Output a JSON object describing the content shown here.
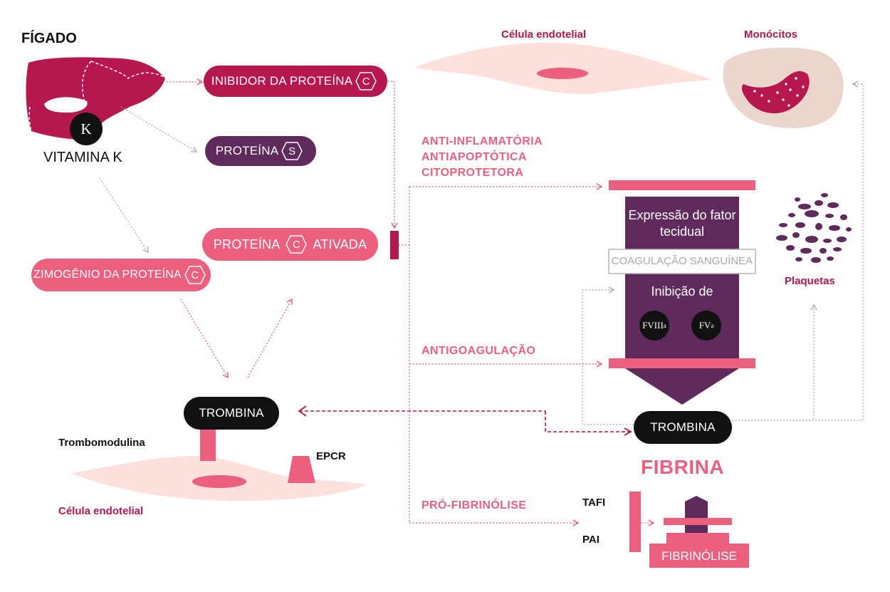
{
  "liver": {
    "title": "FÍGADO",
    "vitamin_k_symbol": "K",
    "vitamin_k_label": "VITAMINA K"
  },
  "proteins": {
    "inhibitor": "INIBIDOR DA PROTEÍNA",
    "inhibitor_symbol": "C",
    "protein_s": "PROTEÍNA",
    "protein_s_symbol": "S",
    "activated_left": "PROTEÍNA",
    "activated_symbol": "C",
    "activated_right": "ATIVADA",
    "zymogen": "ZIMOGÊNIO DA PROTEÍNA",
    "zymogen_symbol": "C"
  },
  "cells": {
    "endothelial_top": "Célula endotelial",
    "monocytes": "Monócitos",
    "platelets": "Plaquetas",
    "endothelial_bottom": "Célula endotelial",
    "thrombomodulin": "Trombomodulina",
    "epcr": "EPCR"
  },
  "effects": {
    "line1": "ANTI-INFLAMATÓRIA",
    "line2": "ANTIAPOPTÓTICA",
    "line3": "CITOPROTETORA",
    "anticoagulation": "ANTIGOAGULAÇÃO",
    "profibrinolysis": "PRÓ-FIBRINÓLISE"
  },
  "column": {
    "tissue_factor_line1": "Expressão do fator",
    "tissue_factor_line2": "tecidual",
    "coagulation": "COAGULAÇÃO SANGUÍNEA",
    "inhibition": "Inibição de",
    "fviii_main": "FVIII",
    "fviii_sub": "a",
    "fv_main": "FV",
    "fv_sub": "a"
  },
  "thrombin_left": "TROMBINA",
  "thrombin_right": "TROMBINA",
  "fibrin": "FIBRINA",
  "tafi": "TAFI",
  "pai": "PAI",
  "fibrinolysis": "FIBRINÓLISE",
  "colors": {
    "crimson": "#b5174e",
    "pink": "#ec5f7e",
    "purple": "#5f2a5c",
    "beige": "#ecd5cd",
    "endothelium": "#fde1dc",
    "black": "#111111"
  }
}
